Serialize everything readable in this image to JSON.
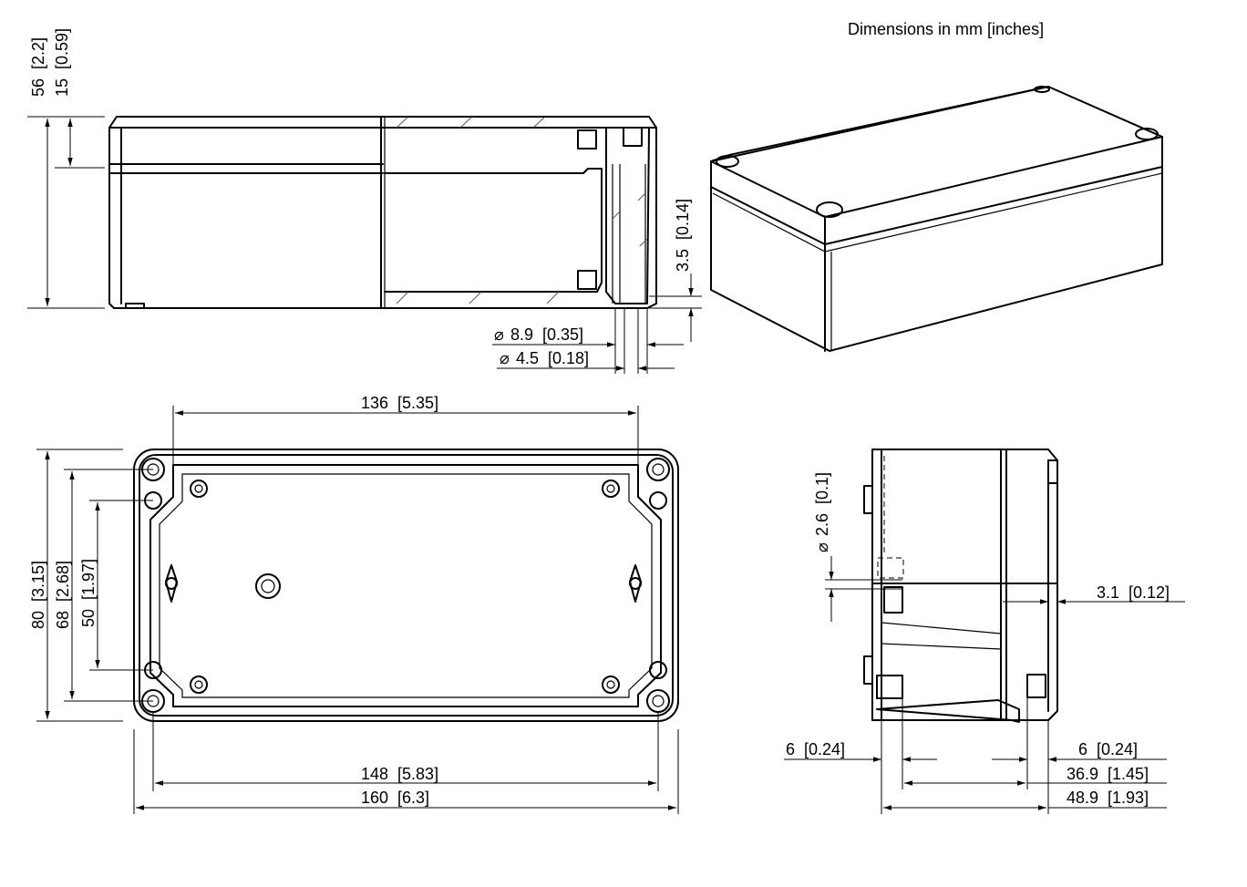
{
  "title": "Dimensions in mm [inches]",
  "side_view": {
    "height_total": "56  [2.2]",
    "lid_height": "15  [0.59]",
    "hinge_offset": "3.5  [0.14]",
    "dia_outer": "8.9  [0.35]",
    "dia_inner": "4.5  [0.18]",
    "dia_symbol": "⌀"
  },
  "top_view": {
    "inner_width": "136  [5.35]",
    "outer_height": "80  [3.15]",
    "inner_height_68": "68  [2.68]",
    "inner_height_50": "50  [1.97]",
    "width_148": "148  [5.83]",
    "width_160": "160  [6.3]"
  },
  "end_view": {
    "hole_dia": "2.6  [0.1]",
    "lip": "3.1  [0.12]",
    "left_6": "6  [0.24]",
    "right_6": "6  [0.24]",
    "depth_36_9": "36.9  [1.45]",
    "depth_48_9": "48.9  [1.93]"
  }
}
